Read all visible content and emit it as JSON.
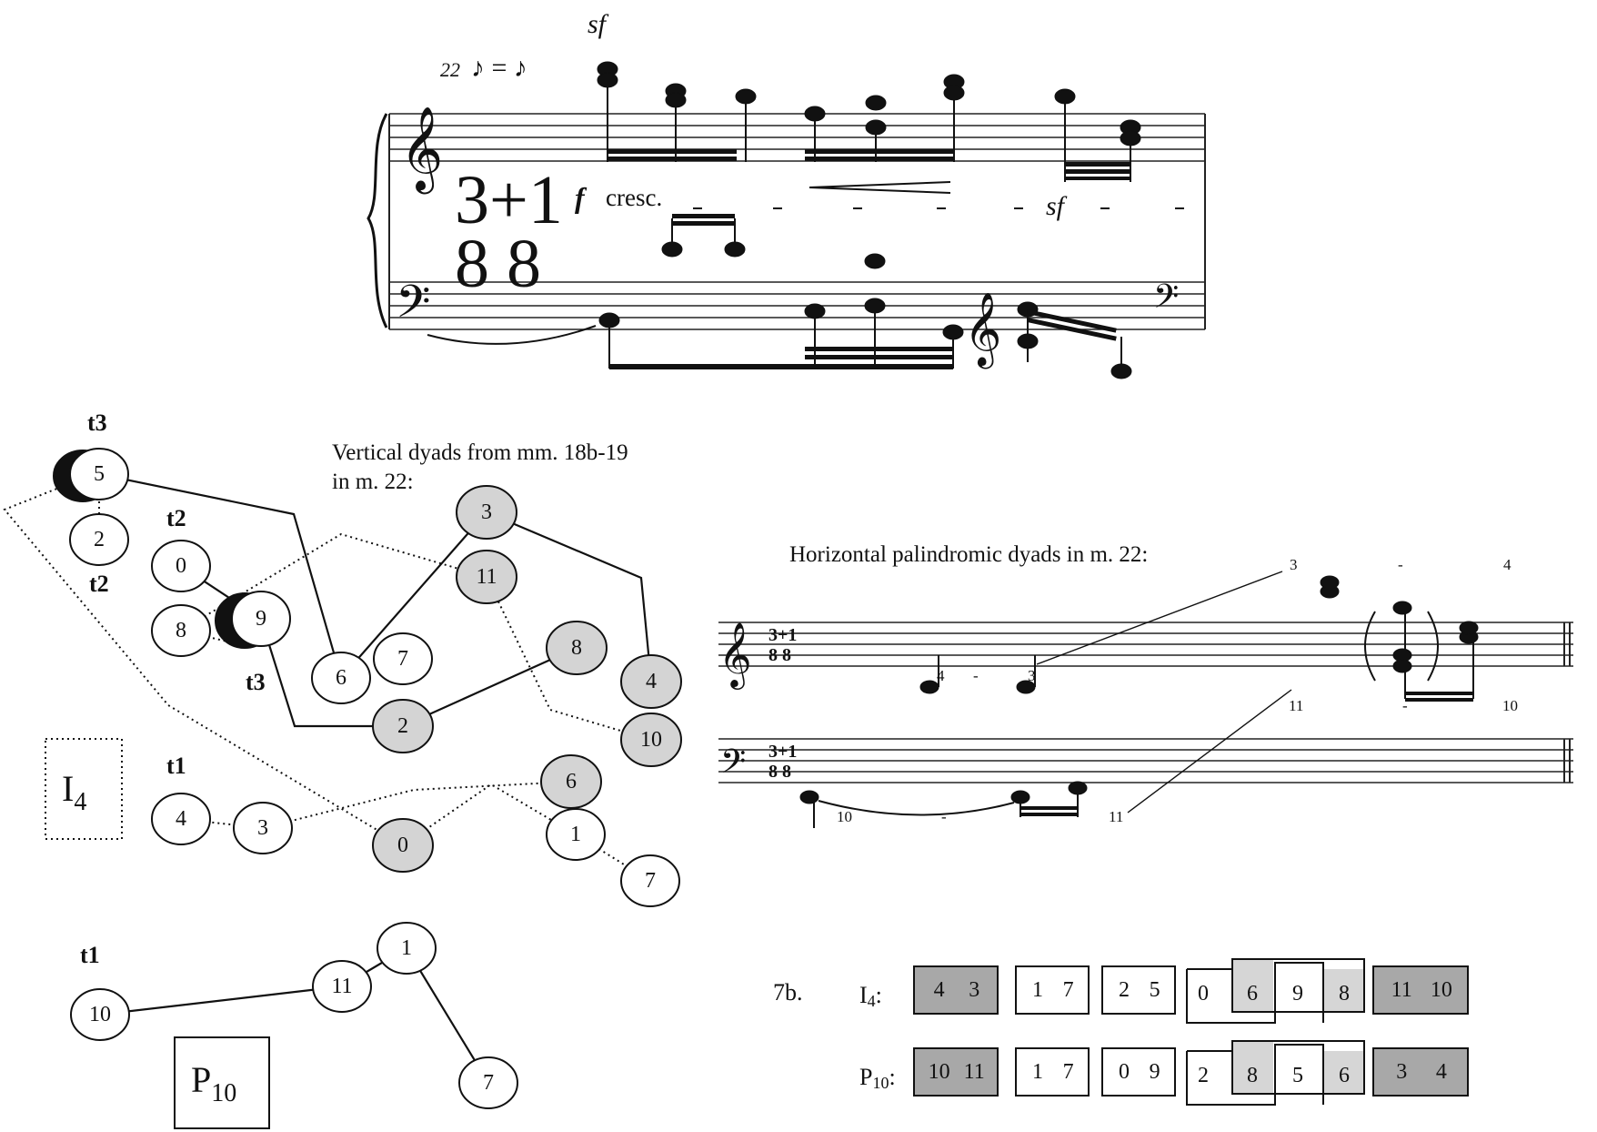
{
  "score": {
    "measure_number": "22",
    "tempo": "♪ = ♪",
    "time_sig_top": "3+1",
    "time_sig_bottom": "8 8",
    "dynamic_f": "f",
    "cresc": "cresc.",
    "sf_top": "sf",
    "sf_mid": "sf"
  },
  "network": {
    "vertical_caption_1": "Vertical dyads from mm. 18b-19",
    "vertical_caption_2": "in m. 22:",
    "group_labels": {
      "t3_top": "t3",
      "t2_upper": "t2",
      "t2_left": "t2",
      "t3_lower": "t3",
      "t1_mid": "t1",
      "t1_bottom": "t1"
    },
    "box_I4": {
      "base": "I",
      "sub": "4"
    },
    "box_P10": {
      "base": "P",
      "sub": "10"
    },
    "nodes": [
      {
        "id": "n5a",
        "label": "5",
        "fill": "white",
        "crescent": true
      },
      {
        "id": "n2a",
        "label": "2",
        "fill": "white"
      },
      {
        "id": "n0a",
        "label": "0",
        "fill": "white"
      },
      {
        "id": "n8a",
        "label": "8",
        "fill": "white"
      },
      {
        "id": "n9a",
        "label": "9",
        "fill": "white",
        "crescent": true
      },
      {
        "id": "n6a",
        "label": "6",
        "fill": "white"
      },
      {
        "id": "n7a",
        "label": "7",
        "fill": "white"
      },
      {
        "id": "g3",
        "label": "3",
        "fill": "gray"
      },
      {
        "id": "g11",
        "label": "11",
        "fill": "gray"
      },
      {
        "id": "g8",
        "label": "8",
        "fill": "gray"
      },
      {
        "id": "g4",
        "label": "4",
        "fill": "gray"
      },
      {
        "id": "g2",
        "label": "2",
        "fill": "gray"
      },
      {
        "id": "g10",
        "label": "10",
        "fill": "gray"
      },
      {
        "id": "g6",
        "label": "6",
        "fill": "gray"
      },
      {
        "id": "g0",
        "label": "0",
        "fill": "gray"
      },
      {
        "id": "n4b",
        "label": "4",
        "fill": "white"
      },
      {
        "id": "n3b",
        "label": "3",
        "fill": "white"
      },
      {
        "id": "n1b",
        "label": "1",
        "fill": "white"
      },
      {
        "id": "n7b",
        "label": "7",
        "fill": "white"
      },
      {
        "id": "n10c",
        "label": "10",
        "fill": "white"
      },
      {
        "id": "n11c",
        "label": "11",
        "fill": "white"
      },
      {
        "id": "n1c",
        "label": "1",
        "fill": "white"
      },
      {
        "id": "n7c",
        "label": "7",
        "fill": "white"
      }
    ]
  },
  "palindrome": {
    "caption": "Horizontal palindromic dyads in m. 22:",
    "time_sig_top": "3+1",
    "time_sig_bottom": "8 8",
    "top_labels": [
      "3",
      "-",
      "4"
    ],
    "mid_labels_upper": [
      "4",
      "-",
      "3"
    ],
    "mid_labels_lower": [
      "11",
      "-",
      "10"
    ],
    "bottom_labels": [
      "10",
      "-",
      "11"
    ]
  },
  "table_7b": {
    "fig_label": "7b.",
    "rows": [
      {
        "label_base": "I",
        "label_sub": "4",
        "label_colon": ":",
        "groups": [
          {
            "values": [
              "4",
              "3"
            ],
            "shade": "dark"
          },
          {
            "values": [
              "1",
              "7"
            ],
            "shade": "none"
          },
          {
            "values": [
              "2",
              "5"
            ],
            "shade": "none"
          },
          {
            "values": [
              "0",
              "6",
              "9",
              "8"
            ],
            "shade": "zigzag"
          },
          {
            "values": [
              "11",
              "10"
            ],
            "shade": "dark"
          }
        ]
      },
      {
        "label_base": "P",
        "label_sub": "10",
        "label_colon": ":",
        "groups": [
          {
            "values": [
              "10",
              "11"
            ],
            "shade": "dark"
          },
          {
            "values": [
              "1",
              "7"
            ],
            "shade": "none"
          },
          {
            "values": [
              "0",
              "9"
            ],
            "shade": "none"
          },
          {
            "values": [
              "2",
              "8",
              "5",
              "6"
            ],
            "shade": "zigzag"
          },
          {
            "values": [
              "3",
              "4"
            ],
            "shade": "dark"
          }
        ]
      }
    ]
  },
  "colors": {
    "ink": "#111111",
    "gray_node": "#d4d4d4",
    "dark_cell": "#a8a8a8",
    "light_cell": "#d6d6d6"
  }
}
